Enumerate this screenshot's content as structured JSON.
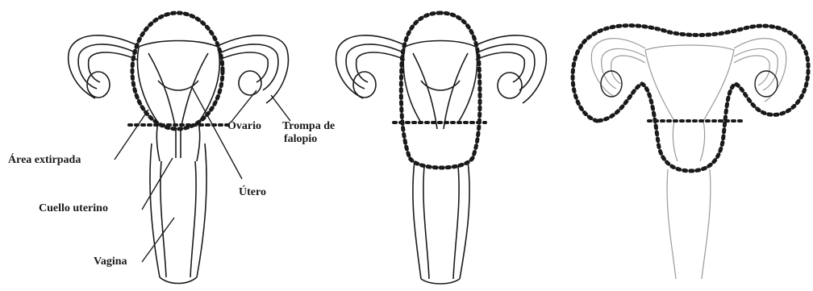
{
  "labels": {
    "area_extirpada": "Área extirpada",
    "cuello_uterino": "Cuello uterino",
    "vagina": "Vagina",
    "ovario": "Ovario",
    "trompa_line1": "Trompa de",
    "trompa_line2": "falopio",
    "utero": "Útero"
  },
  "colors": {
    "ink": "#1a1a1a",
    "faint": "#9a9a9a",
    "background": "#ffffff"
  }
}
